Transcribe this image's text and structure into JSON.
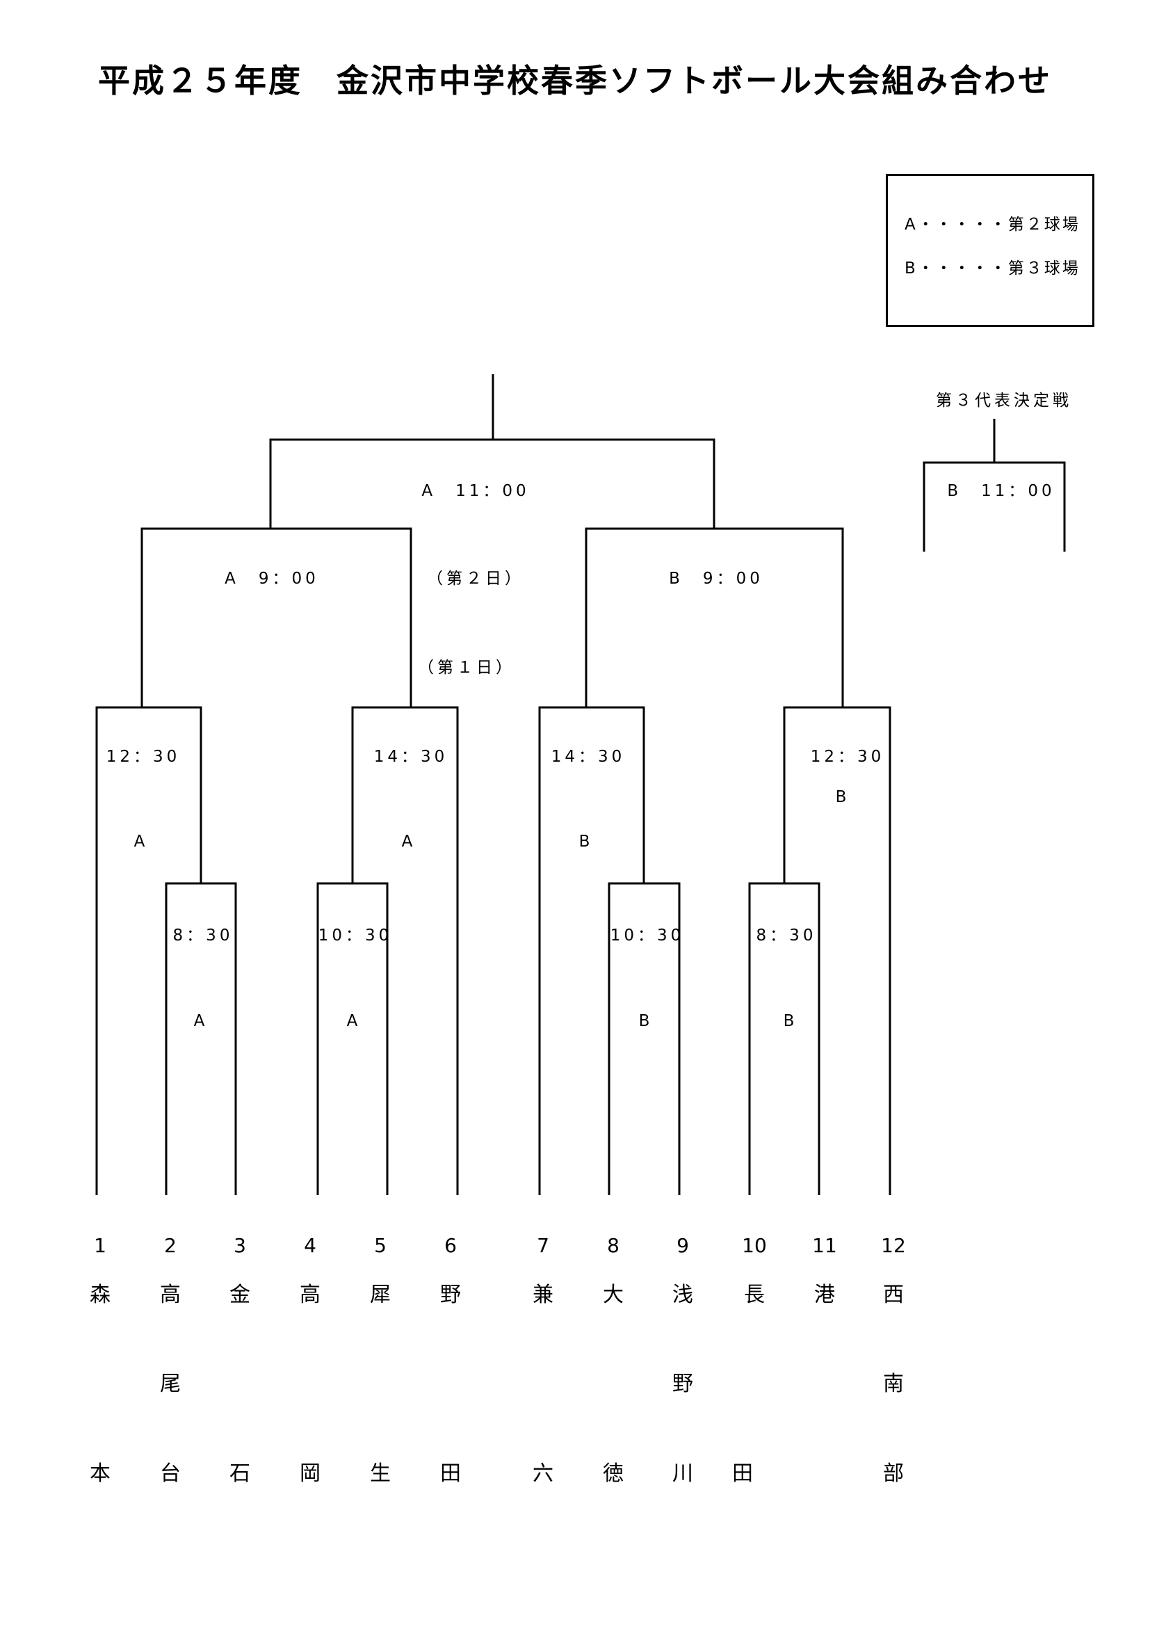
{
  "title": "平成２５年度　金沢市中学校春季ソフトボール大会組み合わせ",
  "legend": {
    "a": "A・・・・・第２球場",
    "b": "B・・・・・第３球場"
  },
  "third_place": {
    "title": "第３代表決定戦",
    "match": "B　11：00"
  },
  "day_labels": {
    "day2": "（第２日）",
    "day1": "（第１日）"
  },
  "matches": {
    "final": "A　11：00",
    "semi_left": "A　9：00",
    "semi_right": "B　9：00",
    "qf1_time": "12：30",
    "qf1_field": "A",
    "qf2_time": "14：30",
    "qf2_field": "A",
    "qf3_time": "14：30",
    "qf3_field": "B",
    "qf4_time": "12：30",
    "qf4_field": "B",
    "r1a_time": "8：30",
    "r1a_field": "A",
    "r1b_time": "10：30",
    "r1b_field": "A",
    "r1c_time": "10：30",
    "r1c_field": "B",
    "r1d_time": "8：30",
    "r1d_field": "B"
  },
  "teams": [
    {
      "number": "1",
      "top": "森",
      "mid": "",
      "bottom": "本"
    },
    {
      "number": "2",
      "top": "高",
      "mid": "尾",
      "bottom": "台"
    },
    {
      "number": "3",
      "top": "金",
      "mid": "",
      "bottom": "石"
    },
    {
      "number": "4",
      "top": "高",
      "mid": "",
      "bottom": "岡"
    },
    {
      "number": "5",
      "top": "犀",
      "mid": "",
      "bottom": "生"
    },
    {
      "number": "6",
      "top": "野",
      "mid": "",
      "bottom": "田"
    },
    {
      "number": "7",
      "top": "兼",
      "mid": "",
      "bottom": "六"
    },
    {
      "number": "8",
      "top": "大",
      "mid": "",
      "bottom": "徳"
    },
    {
      "number": "9",
      "top": "浅",
      "mid": "野",
      "bottom": "川"
    },
    {
      "number": "10",
      "top": "長",
      "mid": "",
      "bottom": "田"
    },
    {
      "number": "11",
      "top": "港",
      "mid": "",
      "bottom": ""
    },
    {
      "number": "12",
      "top": "西",
      "mid": "南",
      "bottom": "部"
    }
  ]
}
